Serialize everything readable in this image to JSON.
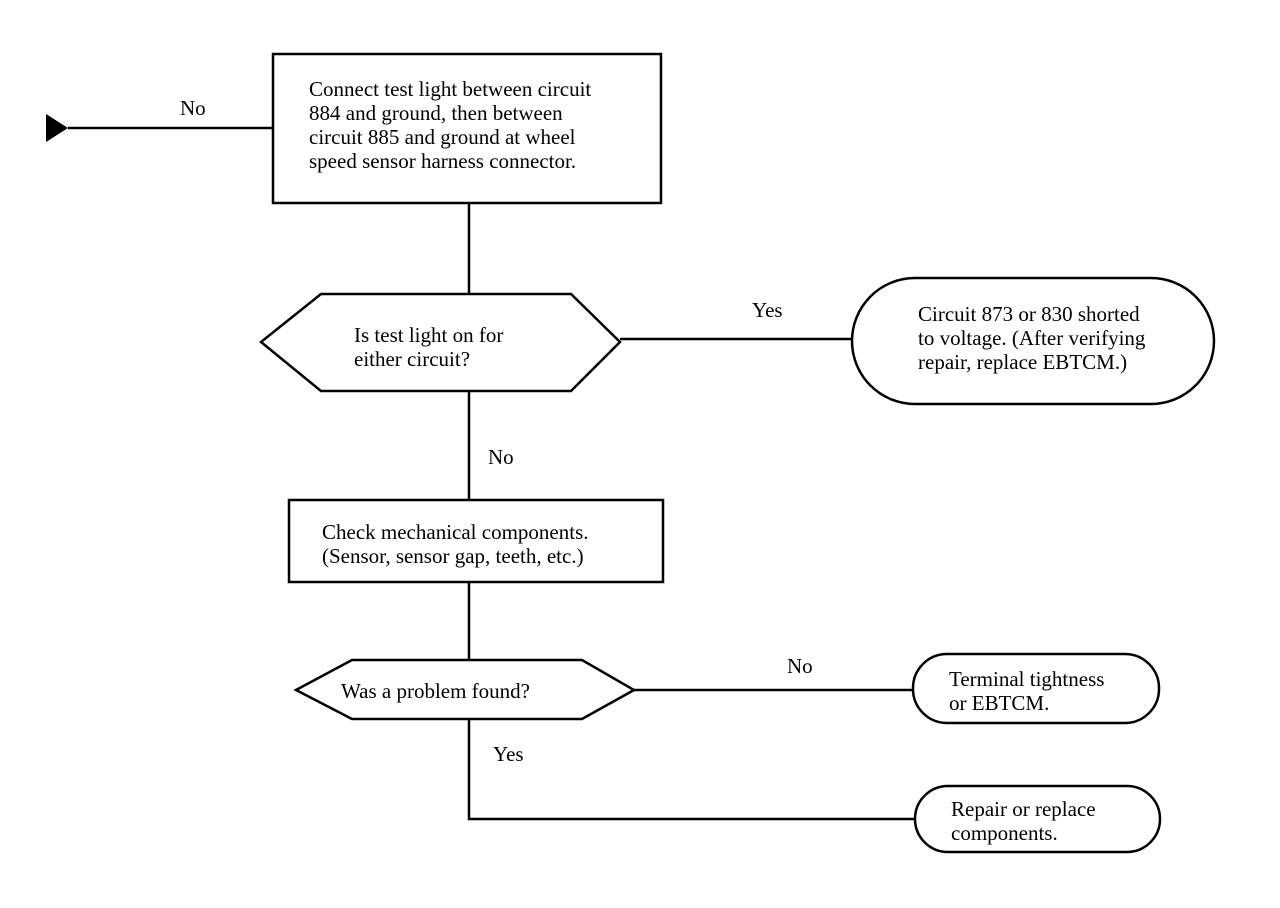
{
  "nodes": {
    "connect_test_light": "Connect test light between circuit\n884 and ground, then between\ncircuit 885 and ground at wheel\nspeed sensor harness connector.",
    "is_test_light_on": "Is test light on for\neither circuit?",
    "circuit_shorted": "Circuit 873 or 830 shorted\nto voltage. (After verifying\nrepair, replace EBTCM.)",
    "check_mechanical": "Check mechanical components.\n(Sensor, sensor gap, teeth, etc.)",
    "was_problem_found": "Was a problem found?",
    "terminal_tightness": "Terminal tightness\nor EBTCM.",
    "repair_replace": "Repair or replace\ncomponents."
  },
  "edges": {
    "entry_label": "No",
    "light_yes": "Yes",
    "light_no": "No",
    "problem_no": "No",
    "problem_yes": "Yes"
  }
}
